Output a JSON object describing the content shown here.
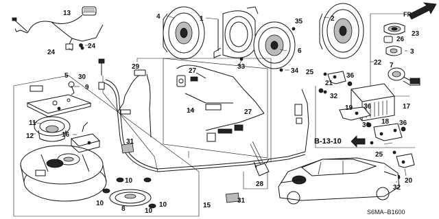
{
  "diagram": {
    "part_labels": [
      "1",
      "2",
      "3",
      "4",
      "5",
      "6",
      "7",
      "8",
      "9",
      "10",
      "10",
      "10",
      "10",
      "11",
      "12",
      "13",
      "14",
      "15",
      "16",
      "17",
      "18",
      "19",
      "20",
      "21",
      "22",
      "23",
      "24",
      "24",
      "25",
      "25",
      "26",
      "27",
      "27",
      "28",
      "29",
      "30",
      "31",
      "31",
      "32",
      "32",
      "33",
      "34",
      "35",
      "36",
      "36",
      "36",
      "36"
    ],
    "ref_label": "B-13-10",
    "diagram_code": "S6MA–B1600",
    "direction_label": "FR."
  }
}
